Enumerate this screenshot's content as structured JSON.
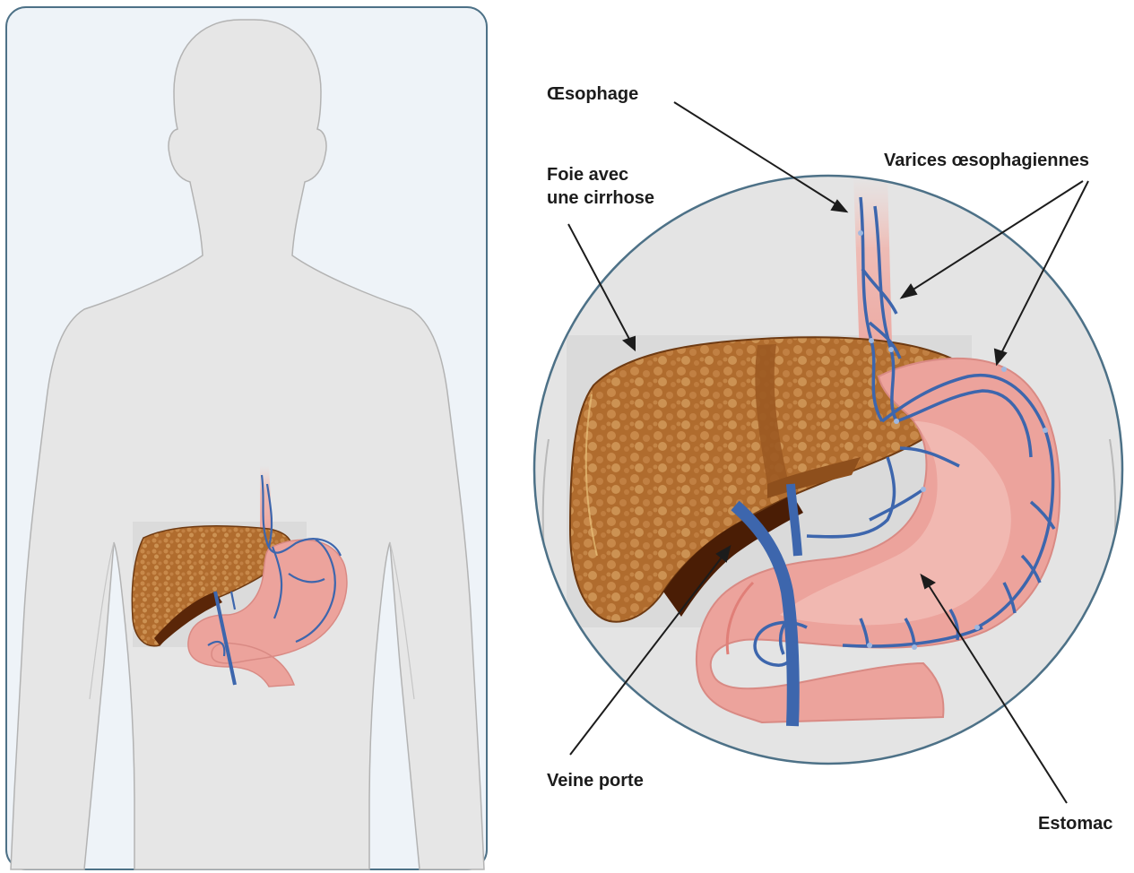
{
  "labels": {
    "oesophagus": "Œsophage",
    "liver_line1": "Foie avec",
    "liver_line2": "une cirrhose",
    "varices": "Varices œsophagiennes",
    "portal_vein": "Veine porte",
    "stomach": "Estomac"
  },
  "colors": {
    "panel_bg": "#eef3f8",
    "panel_border": "#4d7187",
    "body": "#e6e6e6",
    "liver": "#a9652a",
    "liver_dark": "#6e3a12",
    "stomach": "#eca39c",
    "vein": "#3d66ad",
    "circle_border": "#4d7187"
  }
}
